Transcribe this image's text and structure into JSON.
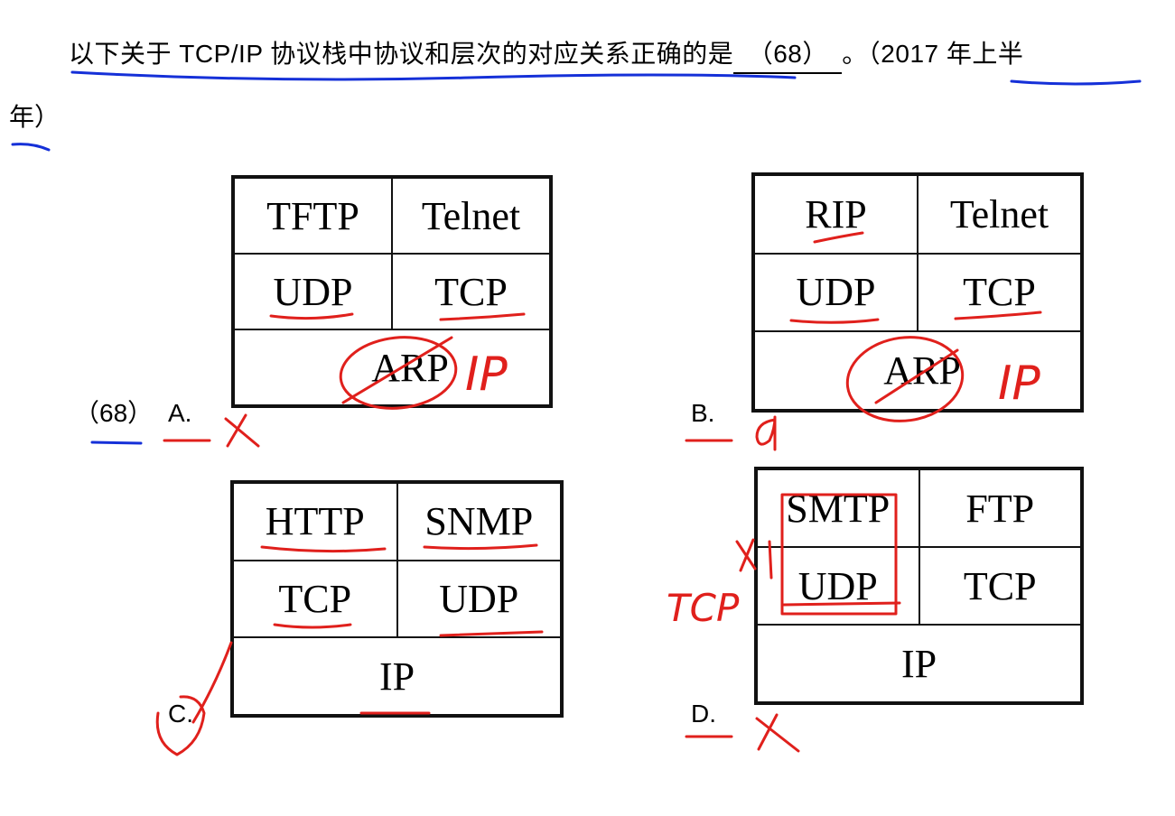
{
  "question": {
    "prefix": "以下关于 TCP/IP 协议栈中协议和层次的对应关系正确的是",
    "blank": "（68）",
    "suffix": "。（2017 年上半",
    "line2": "年）"
  },
  "question_number": "（68）",
  "options": {
    "a": {
      "label": "A.",
      "row1": [
        "TFTP",
        "Telnet"
      ],
      "row2": [
        "UDP",
        "TCP"
      ],
      "row3": "ARP"
    },
    "b": {
      "label": "B.",
      "row1": [
        "RIP",
        "Telnet"
      ],
      "row2": [
        "UDP",
        "TCP"
      ],
      "row3": "ARP"
    },
    "c": {
      "label": "C.",
      "row1": [
        "HTTP",
        "SNMP"
      ],
      "row2": [
        "TCP",
        "UDP"
      ],
      "row3": "IP"
    },
    "d": {
      "label": "D.",
      "row1": [
        "SMTP",
        "FTP"
      ],
      "row2": [
        "UDP",
        "TCP"
      ],
      "row3": "IP"
    }
  },
  "handwriting": {
    "ip_a": "IP",
    "ip_b": "IP",
    "tcp_d": "TCP",
    "colors": {
      "red": "#e0201c",
      "blue": "#1530d8"
    }
  }
}
